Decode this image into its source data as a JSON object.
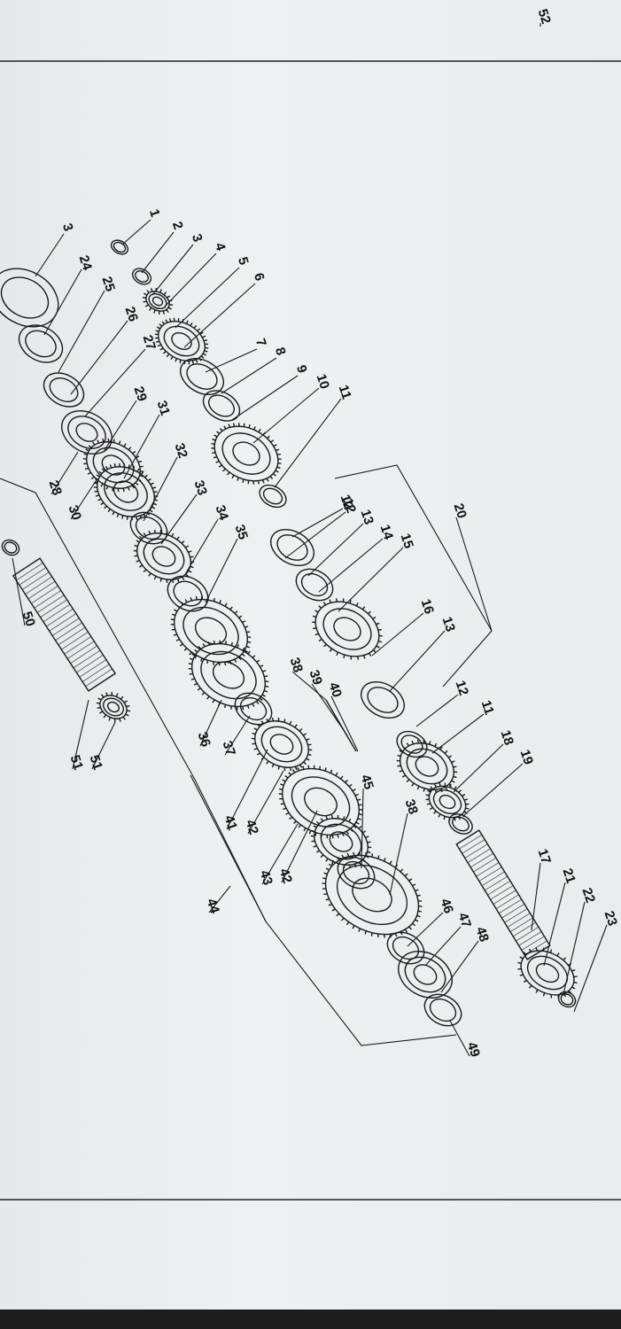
{
  "labels": [
    "1",
    "2",
    "3",
    "4",
    "5",
    "6",
    "7",
    "8",
    "9",
    "10",
    "11",
    "12",
    "12",
    "13",
    "14",
    "15",
    "16",
    "13",
    "12",
    "11",
    "18",
    "19",
    "20",
    "17",
    "21",
    "22",
    "23",
    "3",
    "24",
    "25",
    "26",
    "27",
    "28",
    "29",
    "30",
    "31",
    "32",
    "33",
    "34",
    "35",
    "36",
    "37",
    "38",
    "39",
    "40",
    "41",
    "42",
    "43",
    "42",
    "44",
    "45",
    "38",
    "46",
    "47",
    "48",
    "49",
    "50",
    "51",
    "51",
    "52"
  ],
  "colors": {
    "paper": "#eceef1",
    "ink": "#1a1a1a",
    "rule": "#555555",
    "table": "#1d1d1d"
  }
}
